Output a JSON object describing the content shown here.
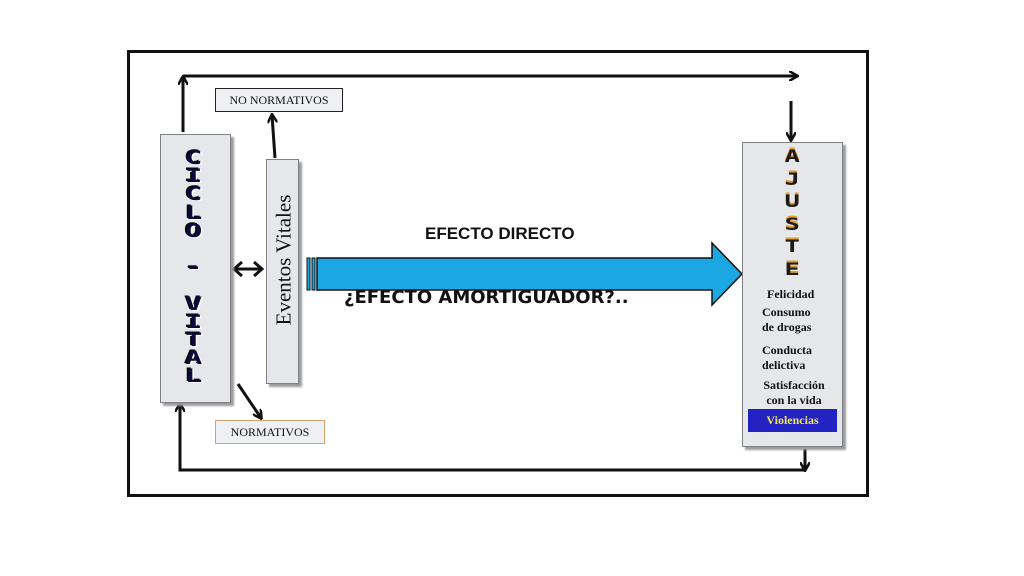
{
  "labels": {
    "no_normativos": "NO NORMATIVOS",
    "normativos": "NORMATIVOS",
    "ciclo_vital_letters": [
      "C",
      "I",
      "C",
      "L",
      "O",
      "",
      "-",
      "",
      "V",
      "I",
      "T",
      "A",
      "L"
    ],
    "eventos_vitales": "Eventos Vitales",
    "ajuste_letters": [
      "A",
      "J",
      "U",
      "S",
      "T",
      "E"
    ],
    "efecto_directo": "EFECTO DIRECTO",
    "efecto_amortiguador": "¿EFECTO AMORTIGUADOR?..",
    "ajuste_items": {
      "felicidad": "Felicidad",
      "consumo_1": "Consumo",
      "consumo_2": "de drogas",
      "conducta_1": "Conducta",
      "conducta_2": "delictiva",
      "satisfaccion_1": "Satisfacción",
      "satisfaccion_2": "con la vida",
      "violencias": "Violencias"
    }
  },
  "colors": {
    "big_arrow": "#1aa7e2",
    "violencias_bg": "#2323c4",
    "violencias_text": "#f3e35a",
    "panel_bg": "#e6e7ea"
  }
}
